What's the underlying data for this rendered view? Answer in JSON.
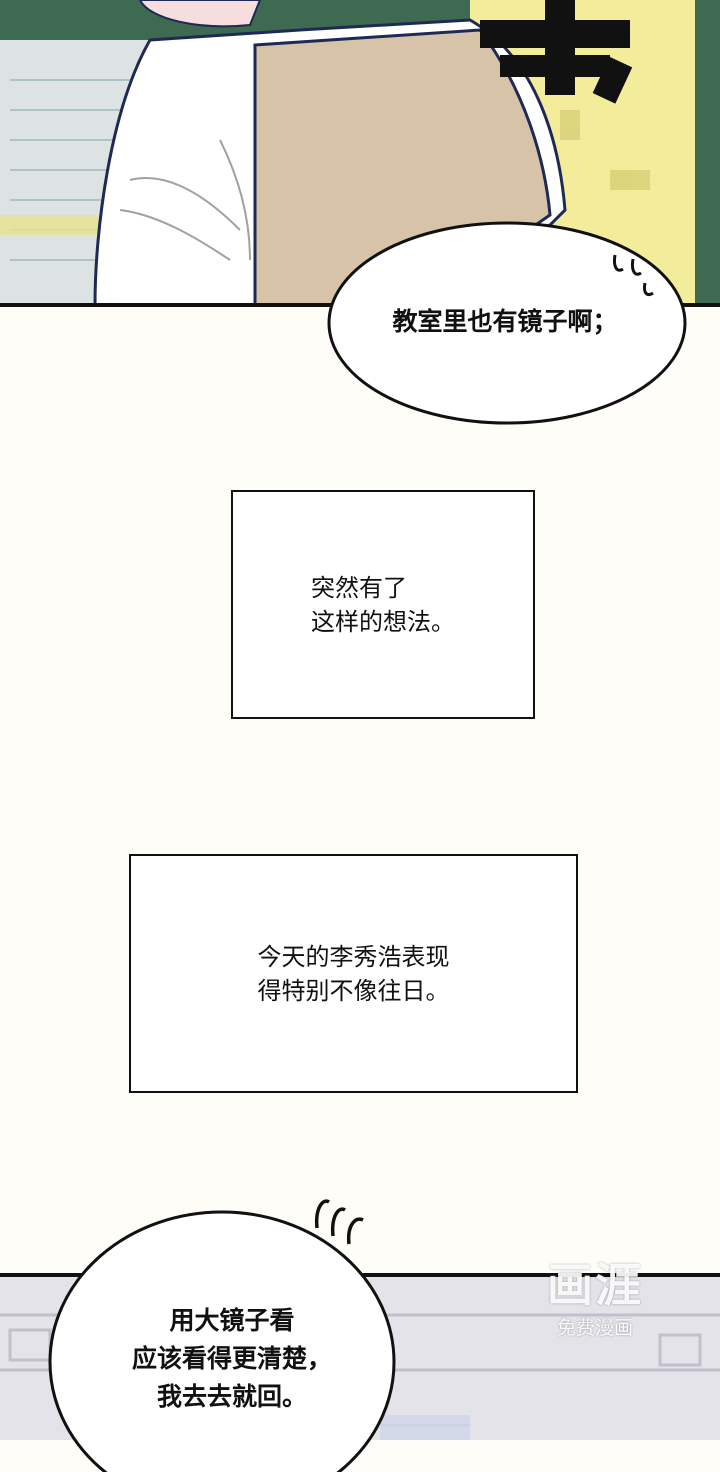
{
  "top_panel": {
    "bubble_text": "教室里也有镜子啊；"
  },
  "narration_1": {
    "text": " 突然有了\n这样的想法。"
  },
  "narration_2": {
    "text": "今天的李秀浩表现\n得特别不像往日。"
  },
  "bottom_panel": {
    "bubble_text": "用大镜子看\n应该看得更清楚，\n我去去就回。"
  },
  "watermark": {
    "logo": "画涯",
    "subtitle": "免费漫画"
  }
}
